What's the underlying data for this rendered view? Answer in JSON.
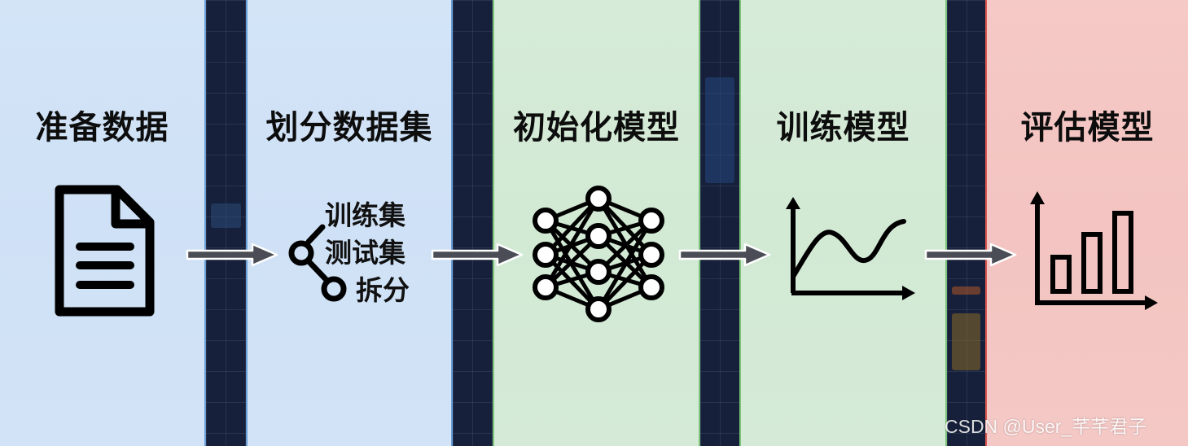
{
  "diagram": {
    "type": "ml-workflow",
    "steps": [
      {
        "id": "prepare",
        "title": "准备数据",
        "icon": "document-icon",
        "color": "#cfe1f6"
      },
      {
        "id": "split",
        "title": "划分数据集",
        "icon": "branch-split-icon",
        "color": "#cfe1f6",
        "sub_labels": [
          "训练集",
          "测试集",
          "拆分"
        ]
      },
      {
        "id": "init",
        "title": "初始化模型",
        "icon": "neural-network-icon",
        "color": "#d2e9d4"
      },
      {
        "id": "train",
        "title": "训练模型",
        "icon": "line-chart-icon",
        "color": "#d2e9d4"
      },
      {
        "id": "evaluate",
        "title": "评估模型",
        "icon": "bar-chart-icon",
        "color": "#f3c4c1"
      }
    ],
    "arrows": [
      {
        "from": "prepare",
        "to": "split"
      },
      {
        "from": "split",
        "to": "init"
      },
      {
        "from": "init",
        "to": "train"
      },
      {
        "from": "train",
        "to": "evaluate"
      }
    ],
    "colors": {
      "data_phase": "#cfe1f6",
      "model_phase": "#d2e9d4",
      "eval_phase": "#f3c4c1",
      "arrow": "#4a4d55",
      "separator_strip": "#16203a"
    }
  },
  "watermark": "CSDN @User_芊芊君子"
}
